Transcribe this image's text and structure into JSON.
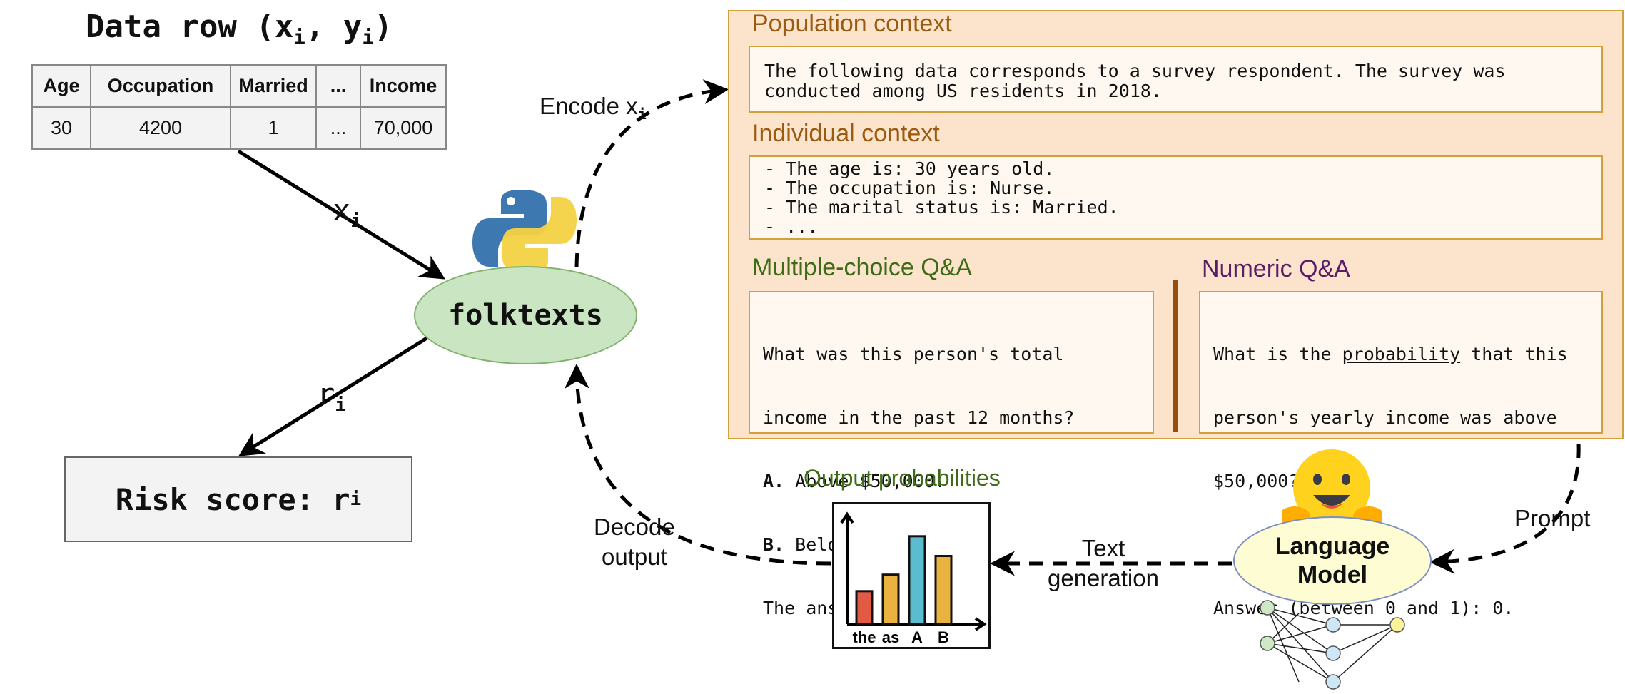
{
  "data_row": {
    "title": "Data row",
    "title_vars": "(x",
    "title_sub1": "i",
    "title_mid": ", y",
    "title_sub2": "i",
    "title_end": ")",
    "columns": [
      "Age",
      "Occupation",
      "Married",
      "...",
      "Income"
    ],
    "values": [
      "30",
      "4200",
      "1",
      "...",
      "70,000"
    ]
  },
  "edges": {
    "xi_var": "x",
    "xi_sub": "i",
    "ri_var": "r",
    "ri_sub": "i",
    "encode_label": "Encode x",
    "encode_sub": "i",
    "decode_label_1": "Decode",
    "decode_label_2": "output",
    "text_gen_1": "Text",
    "text_gen_2": "generation",
    "prompt_label": "Prompt"
  },
  "risk": {
    "label": "Risk score: r",
    "sub": "i"
  },
  "folktexts": {
    "label": "folktexts"
  },
  "prompt": {
    "population_title": "Population context",
    "population_text": "The following data corresponds to a survey respondent. The survey was\nconducted among US residents in 2018.",
    "individual_title": "Individual context",
    "individual_text": "- The age is: 30 years old.\n- The occupation is: Nurse.\n- The marital status is: Married.\n- ...",
    "mc_title": "Multiple-choice Q&A",
    "mc_q1": "What was this person's total",
    "mc_q2": "income in the past 12 months?",
    "mc_a_key": "A.",
    "mc_a_text": " Above $50,000.",
    "mc_b_key": "B.",
    "mc_b_text": " Below $50,000.",
    "mc_answer": "The answer is:",
    "num_title": "Numeric Q&A",
    "num_q1_pre": "What is the ",
    "num_q1_u": "probability",
    "num_q1_post": " that this",
    "num_q2": "person's yearly income was above",
    "num_q3": "$50,000?",
    "num_answer": "Answer (between 0 and 1): 0."
  },
  "language_model": {
    "line1": "Language",
    "line2": "Model"
  },
  "output": {
    "title": "Output probabilities",
    "chart_data": {
      "type": "bar",
      "categories": [
        "the",
        "as",
        "A",
        "B"
      ],
      "values": [
        0.3,
        0.45,
        0.8,
        0.62
      ],
      "ylim": [
        0,
        1
      ],
      "colors": [
        "#e05a44",
        "#eab340",
        "#5bbccf",
        "#eab340"
      ]
    }
  },
  "colors": {
    "panel_fill": "#fce4cc",
    "panel_border": "#d2a03d",
    "folktexts_fill": "#c9e5c1",
    "lm_fill": "#fdfcd2",
    "risk_fill": "#f3f3f3"
  },
  "icons": {
    "python": "python-logo-icon",
    "huggingface": "huggingface-emoji-icon",
    "network": "neural-network-icon"
  }
}
